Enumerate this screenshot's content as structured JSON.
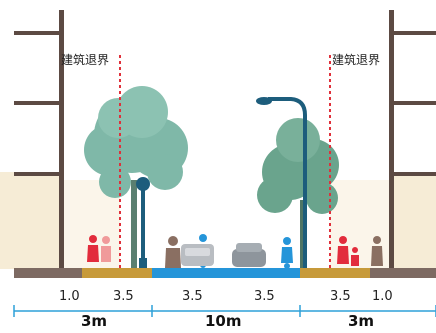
{
  "setback_labels": {
    "left": "建筑退界",
    "right": "建筑退界"
  },
  "lane_widths": [
    "1.0",
    "3.5",
    "3.5",
    "3.5",
    "3.5",
    "1.0"
  ],
  "section_widths": [
    "3m",
    "10m",
    "3m"
  ],
  "colors": {
    "building_frame": "#5c4a43",
    "ground": "#7d6a62",
    "sidewalk": "#c79a3a",
    "roadway": "#2595d9",
    "setback_line": "#e0303a",
    "tree": "#7fb8a8",
    "tree_right": "#6aa48d",
    "lamp": "#1d5d7c",
    "dimension_line": "#2da0d9",
    "building_fill": "#f6ecd6"
  }
}
